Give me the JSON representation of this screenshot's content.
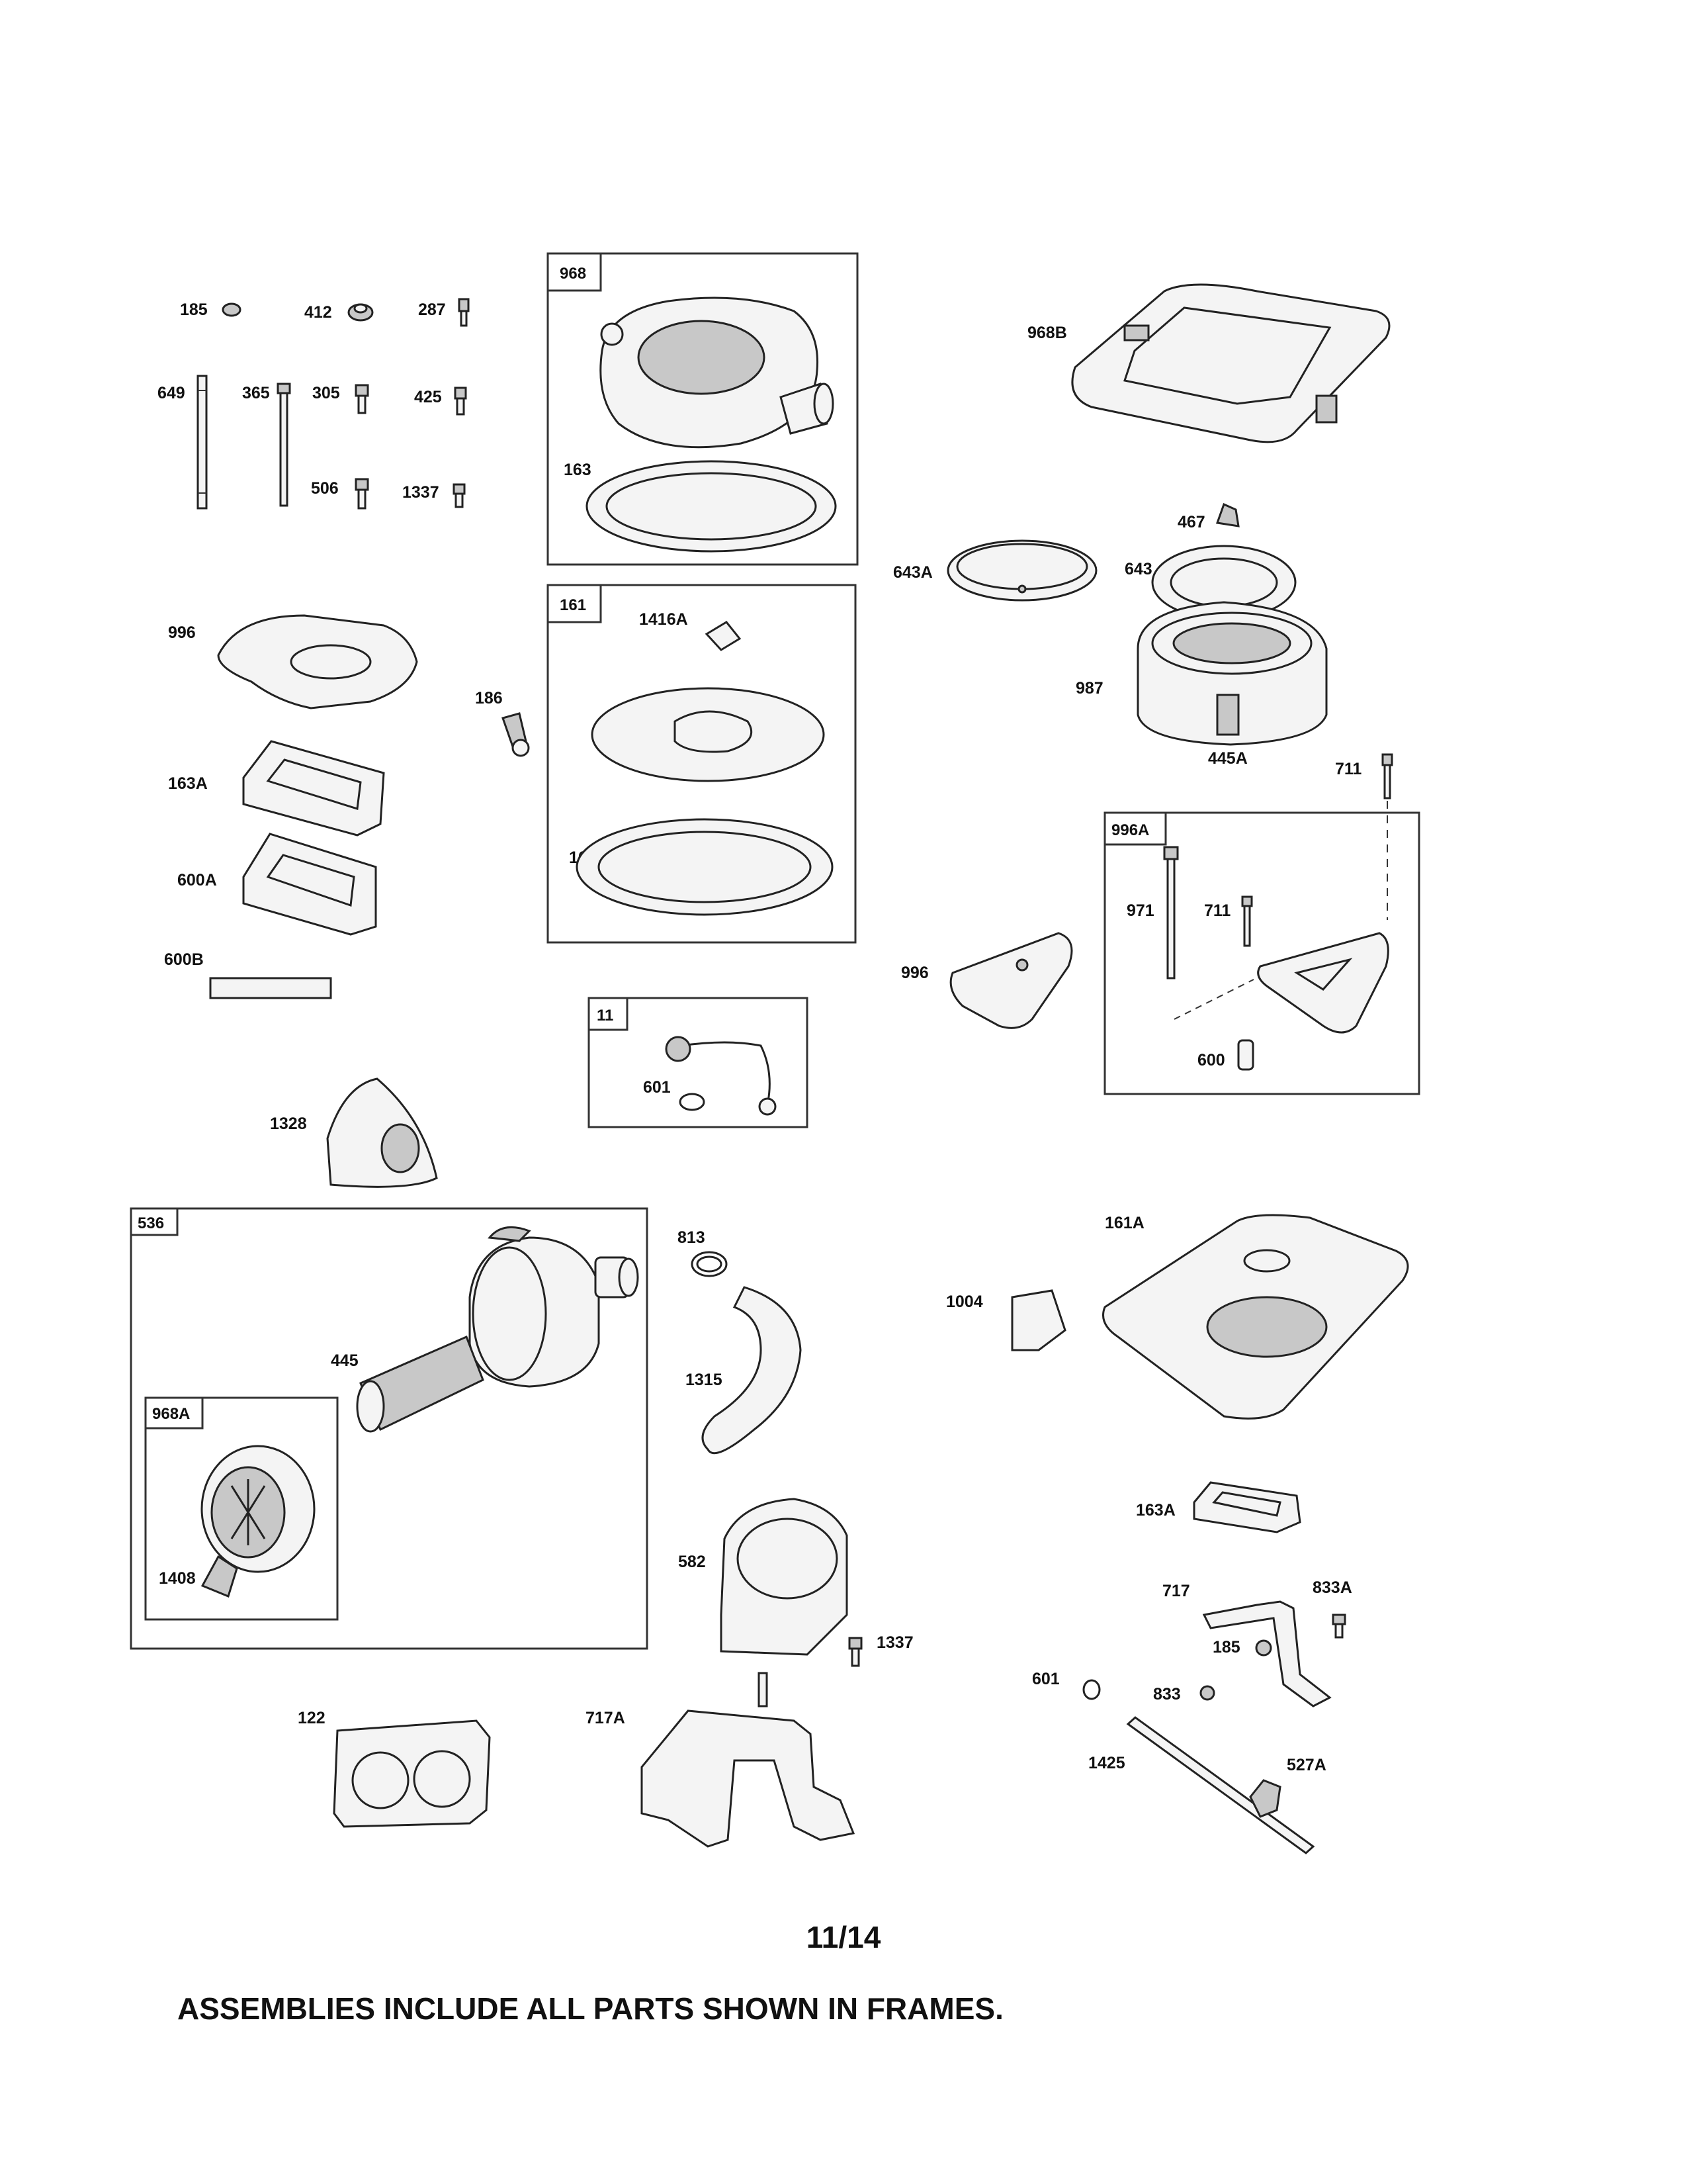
{
  "page_number": "11/14",
  "footer_note": "ASSEMBLIES INCLUDE ALL PARTS SHOWN IN FRAMES.",
  "frames": {
    "f968": "968",
    "f161": "161",
    "f11": "11",
    "f996A": "996A",
    "f536": "536",
    "f968A": "968A"
  },
  "parts": {
    "p185a": "185",
    "p412": "412",
    "p287": "287",
    "p649": "649",
    "p365": "365",
    "p305": "305",
    "p425": "425",
    "p506": "506",
    "p1337a": "1337",
    "p163a": "163",
    "p968B": "968B",
    "p467": "467",
    "p643A": "643A",
    "p643": "643",
    "p996a": "996",
    "p1416A": "1416A",
    "p186": "186",
    "p987": "987",
    "p163Aa": "163A",
    "p163b": "163",
    "p445A": "445A",
    "p711a": "711",
    "p600A": "600A",
    "p971": "971",
    "p711b": "711",
    "p600B": "600B",
    "p996b": "996",
    "p601a": "601",
    "p600": "600",
    "p1328": "1328",
    "p813": "813",
    "p161A": "161A",
    "p1004": "1004",
    "p445": "445",
    "p1315": "1315",
    "p163Ab": "163A",
    "p1408": "1408",
    "p582": "582",
    "p717": "717",
    "p833A": "833A",
    "p185b": "185",
    "p1337b": "1337",
    "p601b": "601",
    "p833": "833",
    "p122": "122",
    "p717A": "717A",
    "p1425": "1425",
    "p527A": "527A"
  }
}
